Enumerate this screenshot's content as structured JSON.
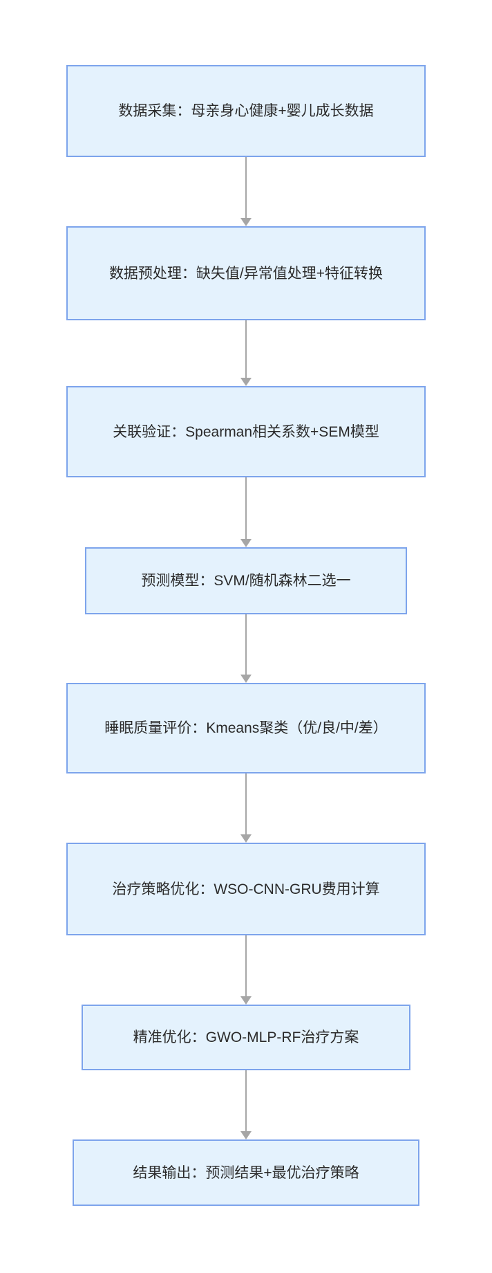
{
  "flowchart": {
    "title": "",
    "steps": [
      {
        "text": "数据采集：母亲身心健康+婴儿成长数据"
      },
      {
        "text": "数据预处理：缺失值/异常值处理+特征转换"
      },
      {
        "text": "关联验证：Spearman相关系数+SEM模型"
      },
      {
        "text": "预测模型：SVM/随机森林二选一"
      },
      {
        "text": "睡眠质量评价：Kmeans聚类（优/良/中/差）"
      },
      {
        "text": "治疗策略优化：WSO-CNN-GRU费用计算"
      },
      {
        "text": "精准优化：GWO-MLP-RF治疗方案"
      },
      {
        "text": "结果输出：预测结果+最优治疗策略"
      }
    ],
    "colors": {
      "background": "#FFFFFF",
      "box_fill": "#E4F2FD",
      "box_border": "#7DA4EC",
      "arrow": "#A6A6A6",
      "text": "#2B2B2B"
    }
  }
}
